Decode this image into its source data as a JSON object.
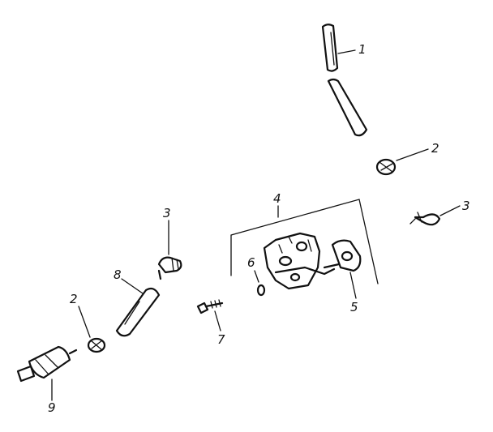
{
  "callouts": {
    "hose_upper": "1",
    "clamp_right": "2",
    "fitting_right": "3",
    "pump_assembly": "4",
    "gasket": "5",
    "seal": "6",
    "screw": "7",
    "hose_lower": "8",
    "fitting_left": "3",
    "clamp_left": "2",
    "filter": "9"
  },
  "icons": {
    "hose_upper": "hose-icon",
    "clamp": "hose-clamp-icon",
    "fitting": "elbow-fitting-icon",
    "pump": "fuel-pump-icon",
    "gasket": "gasket-icon",
    "seal": "o-ring-icon",
    "screw": "screw-icon",
    "hose_lower": "hose-icon",
    "filter": "fuel-filter-icon"
  },
  "colors": {
    "ink": "#111111",
    "paper": "#ffffff"
  }
}
